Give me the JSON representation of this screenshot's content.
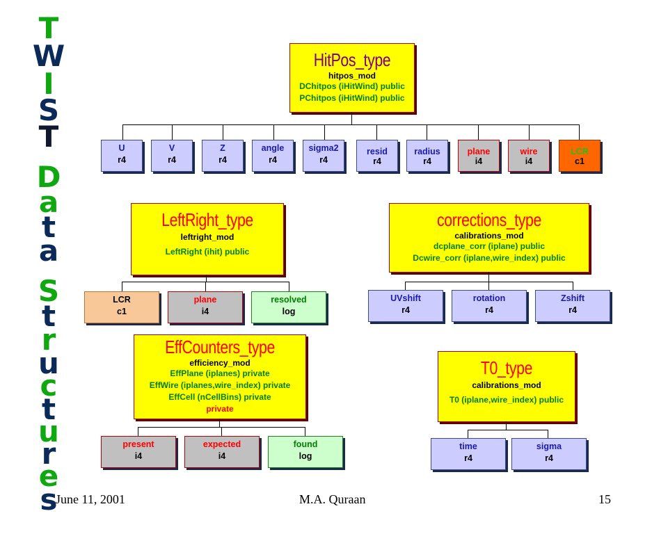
{
  "title_letters": [
    {
      "ch": "T",
      "cls": "g"
    },
    {
      "ch": "W",
      "cls": ""
    },
    {
      "ch": "I",
      "cls": "g"
    },
    {
      "ch": "S",
      "cls": ""
    },
    {
      "ch": "T",
      "cls": "k"
    },
    {
      "ch": "D",
      "cls": "g"
    },
    {
      "ch": "a",
      "cls": "g"
    },
    {
      "ch": "t",
      "cls": ""
    },
    {
      "ch": "a",
      "cls": ""
    },
    {
      "ch": "S",
      "cls": "g"
    },
    {
      "ch": "t",
      "cls": ""
    },
    {
      "ch": "r",
      "cls": "g"
    },
    {
      "ch": "u",
      "cls": ""
    },
    {
      "ch": "c",
      "cls": "g"
    },
    {
      "ch": "t",
      "cls": ""
    },
    {
      "ch": "u",
      "cls": "g"
    },
    {
      "ch": "r",
      "cls": ""
    },
    {
      "ch": "e",
      "cls": "g"
    },
    {
      "ch": "s",
      "cls": ""
    }
  ],
  "hitpos": {
    "title": "HitPos_type",
    "module": "hitpos_mod",
    "lines": [
      "DChitpos (iHitWind) public",
      "PChitpos (iHitWind) public"
    ],
    "fields": [
      {
        "name": "U",
        "type": "r4",
        "style": "blue"
      },
      {
        "name": "V",
        "type": "r4",
        "style": "blue"
      },
      {
        "name": "Z",
        "type": "r4",
        "style": "blue"
      },
      {
        "name": "angle",
        "type": "r4",
        "style": "blue"
      },
      {
        "name": "sigma2",
        "type": "r4",
        "style": "blue"
      },
      {
        "name": "resid",
        "type": "r4",
        "style": "blue"
      },
      {
        "name": "radius",
        "type": "r4",
        "style": "blue"
      },
      {
        "name": "plane",
        "type": "i4",
        "style": "gray"
      },
      {
        "name": "wire",
        "type": "i4",
        "style": "gray"
      },
      {
        "name": "LCR",
        "type": "c1",
        "style": "orange"
      }
    ]
  },
  "leftright": {
    "title": "LeftRight_type",
    "module": "leftright_mod",
    "lines": [
      "LeftRight (ihit) public"
    ],
    "fields": [
      {
        "name": "LCR",
        "type": "c1",
        "style": "peach"
      },
      {
        "name": "plane",
        "type": "i4",
        "style": "gray"
      },
      {
        "name": "resolved",
        "type": "log",
        "style": "mint"
      }
    ]
  },
  "corrections": {
    "title": "corrections_type",
    "module": "calibrations_mod",
    "lines": [
      "dcplane_corr (iplane) public",
      "Dcwire_corr (iplane,wire_index) public"
    ],
    "fields": [
      {
        "name": "UVshift",
        "type": "r4",
        "style": "blue"
      },
      {
        "name": "rotation",
        "type": "r4",
        "style": "blue"
      },
      {
        "name": "Zshift",
        "type": "r4",
        "style": "blue"
      }
    ]
  },
  "effcounters": {
    "title": "EffCounters_type",
    "module": "efficiency_mod",
    "lines": [
      "EffPlane (iplanes) private",
      "EffWire (iplanes,wire_index) private",
      "EffCell (nCellBins) private"
    ],
    "private_line": "private",
    "fields": [
      {
        "name": "present",
        "type": "i4",
        "style": "gray"
      },
      {
        "name": "expected",
        "type": "i4",
        "style": "gray"
      },
      {
        "name": "found",
        "type": "log",
        "style": "mint"
      }
    ]
  },
  "t0": {
    "title": "T0_type",
    "module": "calibrations_mod",
    "lines": [
      "T0 (iplane,wire_index) public"
    ],
    "fields": [
      {
        "name": "time",
        "type": "r4",
        "style": "blue"
      },
      {
        "name": "sigma",
        "type": "r4",
        "style": "blue"
      }
    ]
  },
  "footer": {
    "date": "June 11, 2001",
    "author": "M.A. Quraan",
    "page": "15"
  }
}
